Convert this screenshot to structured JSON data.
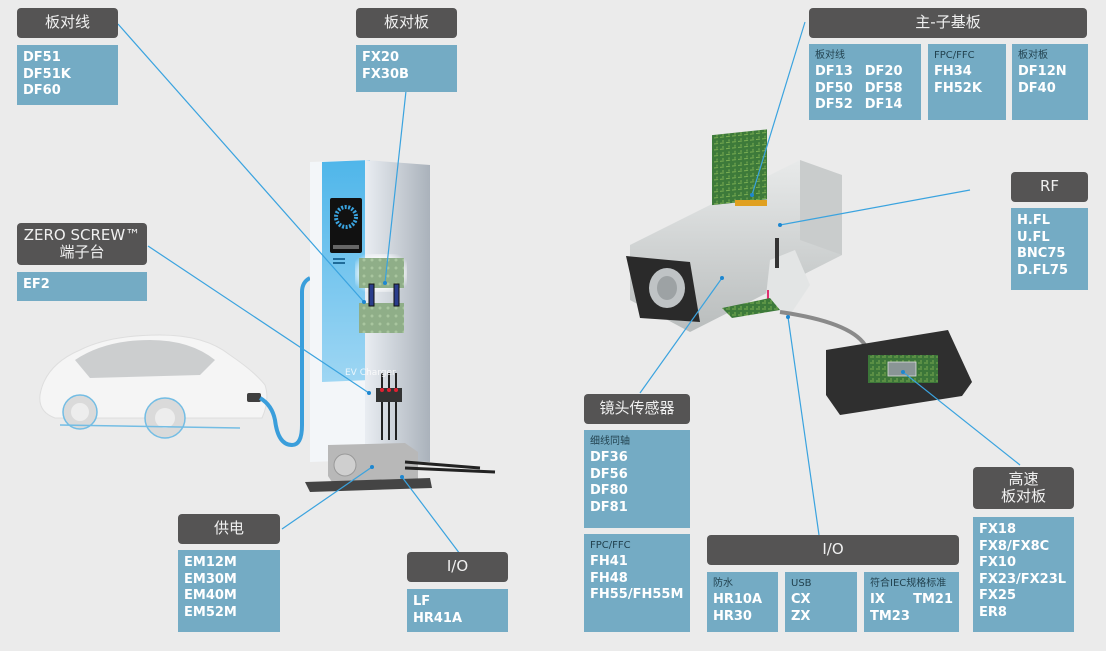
{
  "colors": {
    "header_bg": "#555454",
    "box_bg": "#74abc4",
    "leader_line": "#3aa3df",
    "background": "#ebebeb"
  },
  "left": {
    "board_to_wire": {
      "title": "板对线",
      "items": [
        "DF51",
        "DF51K",
        "DF60"
      ]
    },
    "board_to_board": {
      "title": "板对板",
      "items": [
        "FX20",
        "FX30B"
      ]
    },
    "zero_screw": {
      "title_line1": "ZERO SCREW™",
      "title_line2": "端子台",
      "items": [
        "EF2"
      ]
    },
    "power": {
      "title": "供电",
      "items": [
        "EM12M",
        "EM30M",
        "EM40M",
        "EM52M"
      ]
    },
    "io": {
      "title": "I/O",
      "items": [
        "LF",
        "HR41A"
      ]
    },
    "station_text": "EV Charger"
  },
  "right": {
    "main_sub_board": {
      "title": "主-子基板",
      "groups": [
        {
          "label": "板对线",
          "items": [
            "DF13",
            "DF20",
            "DF50",
            "DF58",
            "DF52",
            "DF14"
          ]
        },
        {
          "label": "FPC/FFC",
          "items": [
            "FH34",
            "FH52K"
          ]
        },
        {
          "label": "板对板",
          "items": [
            "DF12N",
            "DF40"
          ]
        }
      ]
    },
    "rf": {
      "title": "RF",
      "items": [
        "H.FL",
        "U.FL",
        "BNC75",
        "D.FL75"
      ]
    },
    "lens_sensor": {
      "title": "镜头传感器",
      "groups": [
        {
          "label": "细线同轴",
          "items": [
            "DF36",
            "DF56",
            "DF80",
            "DF81"
          ]
        },
        {
          "label": "FPC/FFC",
          "items": [
            "FH41",
            "FH48",
            "FH55/FH55M"
          ]
        }
      ]
    },
    "io": {
      "title": "I/O",
      "groups": [
        {
          "label": "防水",
          "items": [
            "HR10A",
            "HR30"
          ]
        },
        {
          "label": "USB",
          "items": [
            "CX",
            "ZX"
          ]
        },
        {
          "label": "符合IEC规格标准",
          "items": [
            "IX",
            "TM21",
            "TM23"
          ]
        }
      ]
    },
    "high_speed": {
      "title_line1": "高速",
      "title_line2": "板对板",
      "items": [
        "FX18",
        "FX8/FX8C",
        "FX10",
        "FX23/FX23L",
        "FX25",
        "ER8"
      ]
    }
  }
}
